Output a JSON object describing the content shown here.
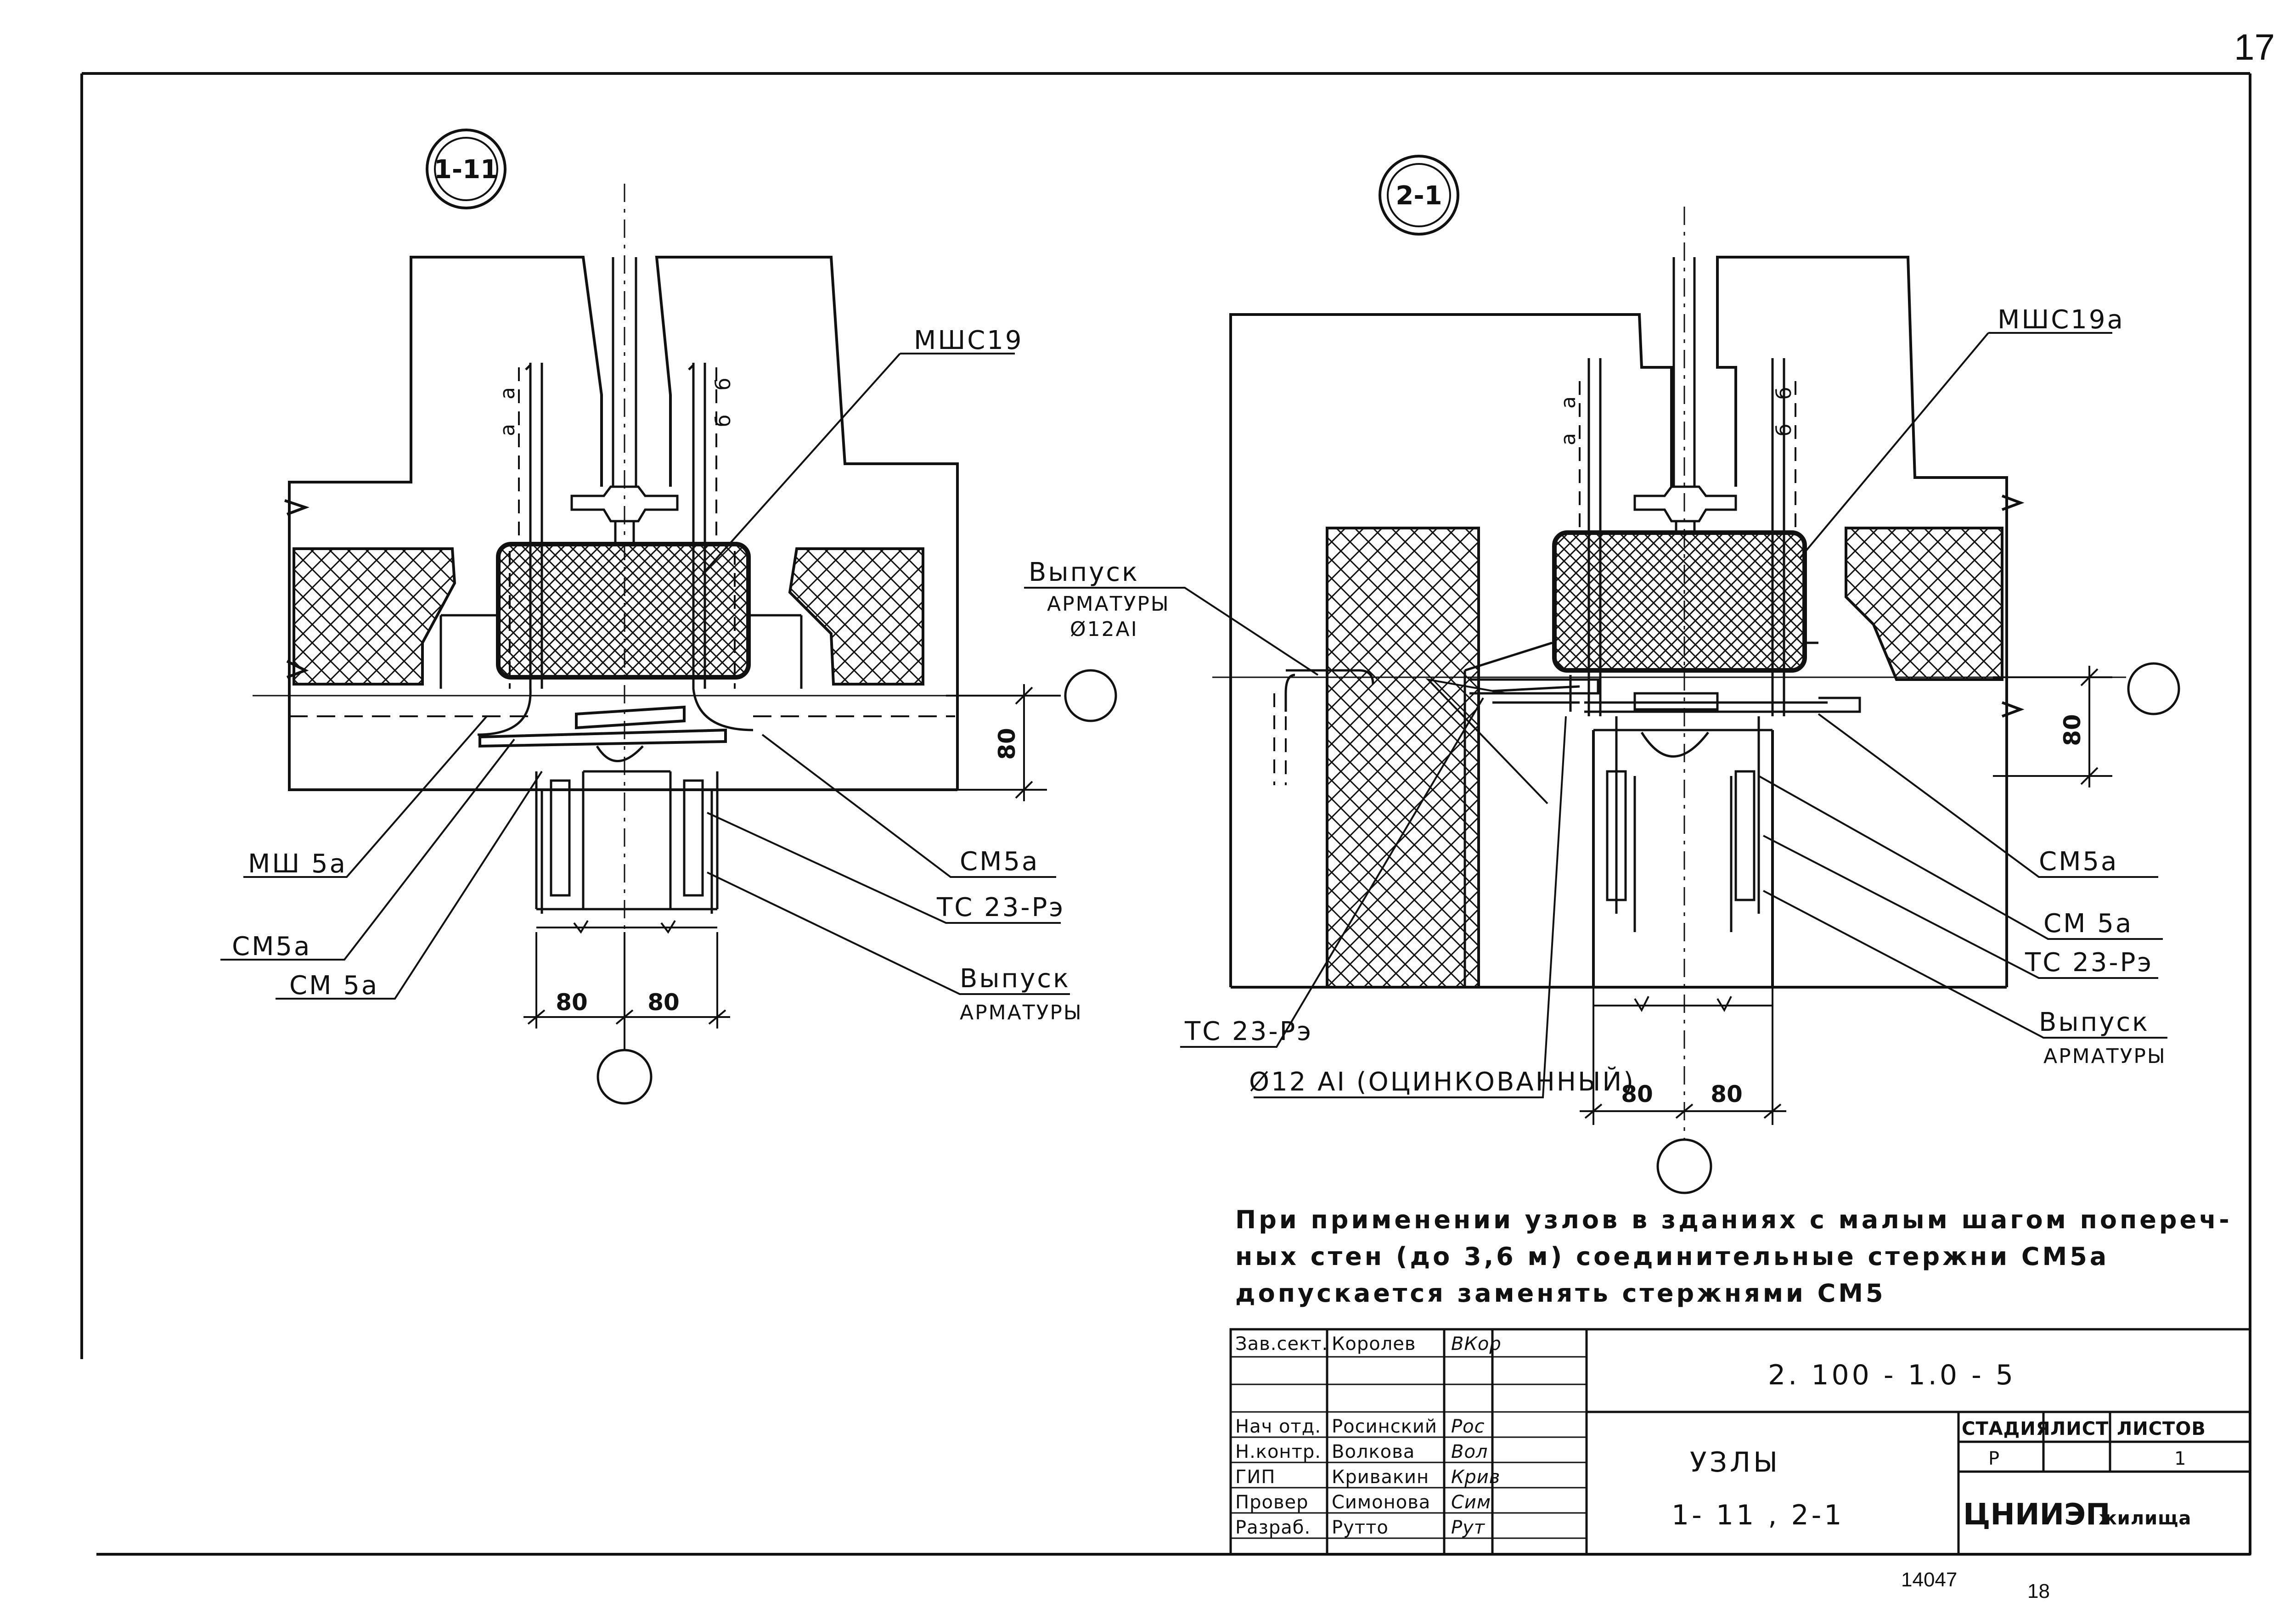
{
  "sheet": {
    "page_number": "17",
    "footer_code": "14047",
    "footer_page": "18"
  },
  "node_left": {
    "marker": "1-11",
    "labels": {
      "mshs19": "МШС19",
      "msh5a": "МШ 5а",
      "cm5a_right": "СМ5а",
      "cm5a_left1": "СМ5а",
      "cm5a_left2": "СМ 5а",
      "tc23": "ТС 23-Рэ",
      "vypusk_1": "Выпуск",
      "vypusk_2": "АРМАТУРЫ",
      "dim_80_v": "80",
      "dim_80_a": "80",
      "dim_80_b": "80",
      "tag_a1": "а",
      "tag_a2": "а",
      "tag_b1": "б",
      "tag_b2": "б"
    }
  },
  "node_right": {
    "marker": "2-1",
    "labels": {
      "mshs19a": "МШС19а",
      "vypusk_top_1": "Выпуск",
      "vypusk_top_2": "АРМАТУРЫ",
      "vypusk_top_3": "Ø12АI",
      "cm5a_1": "СМ5а",
      "cm5a_2": "СМ 5а",
      "tc23_r": "ТС 23-Рэ",
      "vypusk_r_1": "Выпуск",
      "vypusk_r_2": "АРМАТУРЫ",
      "tc23_l": "ТС 23-Рэ",
      "d12_zinc": "Ø12 АI (ОЦИНКОВАННЫЙ)",
      "dim_80_v": "80",
      "dim_80_a": "80",
      "dim_80_b": "80",
      "tag_a1": "а",
      "tag_a2": "а",
      "tag_b1": "б",
      "tag_b2": "б"
    }
  },
  "note": {
    "line1": "При применении узлов в зданиях с малым шагом попереч-",
    "line2": "ных стен (до 3,6 м) соединительные стержни СМ5а",
    "line3": "допускается заменять стержнями СМ5"
  },
  "title_block": {
    "rows": [
      {
        "role": "Зав.сект.",
        "name": "Королев",
        "sign": "ВКор"
      },
      {
        "role": "",
        "name": "",
        "sign": ""
      },
      {
        "role": "",
        "name": "",
        "sign": ""
      },
      {
        "role": "Нач отд.",
        "name": "Росинский",
        "sign": "Рос"
      },
      {
        "role": "Н.контр.",
        "name": "Волкова",
        "sign": "Вол"
      },
      {
        "role": "ГИП",
        "name": "Кривакин",
        "sign": "Крив"
      },
      {
        "role": "Провер",
        "name": "Симонова",
        "sign": "Сим"
      },
      {
        "role": "Разраб.",
        "name": "Рутто",
        "sign": "Рут"
      }
    ],
    "doc_code": "2. 100 - 1.0 - 5",
    "title_1": "УЗЛЫ",
    "title_2": "1- 11 ,  2-1",
    "stage_header": "СТАДИЯ",
    "sheet_header": "ЛИСТ",
    "sheets_header": "ЛИСТОВ",
    "stage_value": "Р",
    "sheet_value": "",
    "sheets_value": "1",
    "org": "ЦНИИЭП",
    "org_suffix": "жилища"
  }
}
